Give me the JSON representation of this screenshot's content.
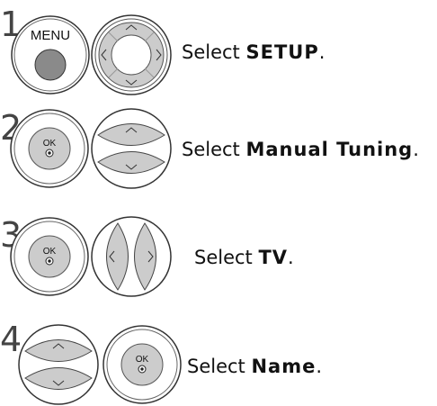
{
  "steps": [
    {
      "number": "1",
      "button_label": "MENU",
      "instruction_prefix": "Select ",
      "instruction_keyword": "SETUP",
      "instruction_suffix": "."
    },
    {
      "number": "2",
      "button_label": "OK",
      "instruction_prefix": "Select ",
      "instruction_keyword": "Manual Tuning",
      "instruction_suffix": "."
    },
    {
      "number": "3",
      "button_label": "OK",
      "instruction_prefix": "Select ",
      "instruction_keyword": "TV",
      "instruction_suffix": "."
    },
    {
      "number": "4",
      "button_label": "OK",
      "instruction_prefix": "Select ",
      "instruction_keyword": "Name",
      "instruction_suffix": "."
    }
  ]
}
